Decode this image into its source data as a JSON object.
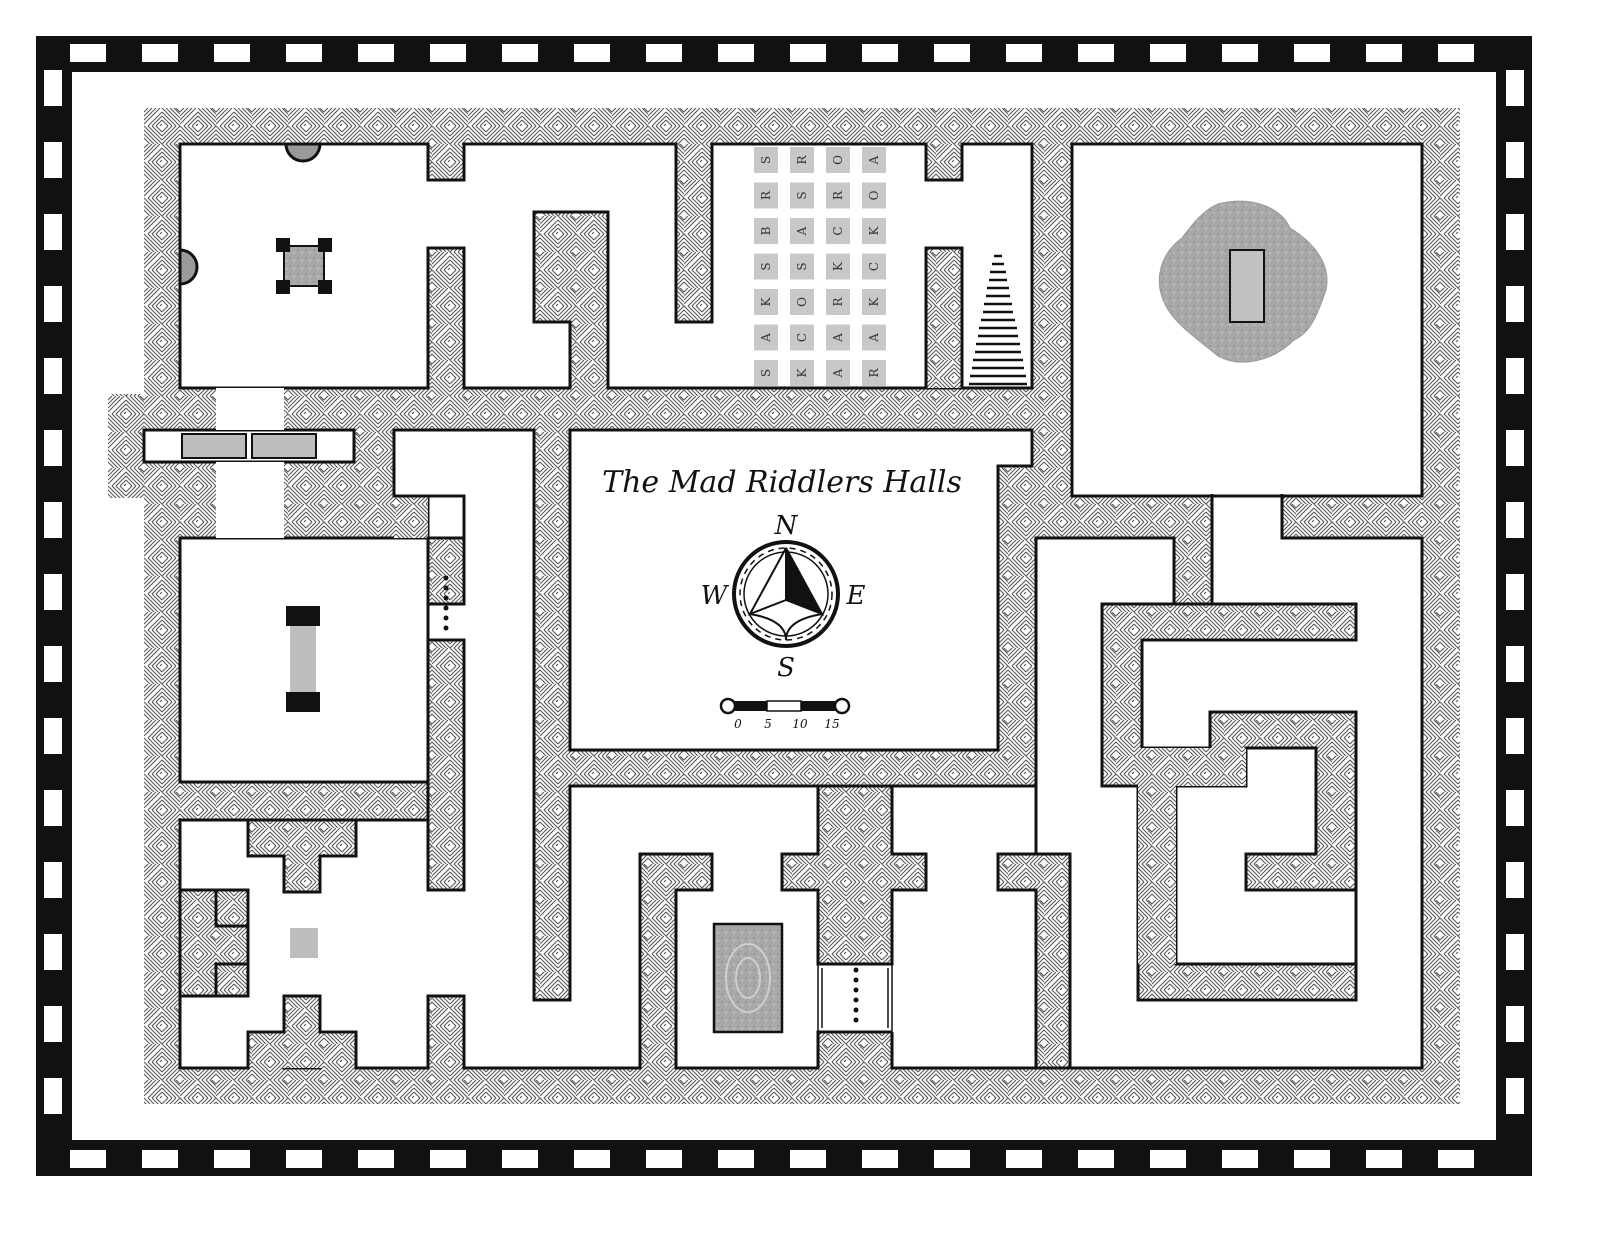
{
  "map": {
    "title": "The Mad Riddlers Halls",
    "compass": {
      "north": "N",
      "south": "S",
      "east": "E",
      "west": "W"
    },
    "scale": {
      "labels": [
        "0",
        "5",
        "10",
        "15"
      ]
    },
    "letter_grid": {
      "rows": [
        [
          "S",
          "R",
          "O",
          "A"
        ],
        [
          "R",
          "S",
          "R",
          "O"
        ],
        [
          "B",
          "A",
          "C",
          "K"
        ],
        [
          "S",
          "S",
          "K",
          "C"
        ],
        [
          "K",
          "O",
          "R",
          "K"
        ],
        [
          "A",
          "C",
          "A",
          "A"
        ],
        [
          "S",
          "K",
          "A",
          "R"
        ]
      ]
    },
    "colors": {
      "wall": "#111111",
      "hatch": "#555555",
      "floor": "#ffffff",
      "tile": "#c8c8c8",
      "feature": "#b5b5b5"
    }
  }
}
